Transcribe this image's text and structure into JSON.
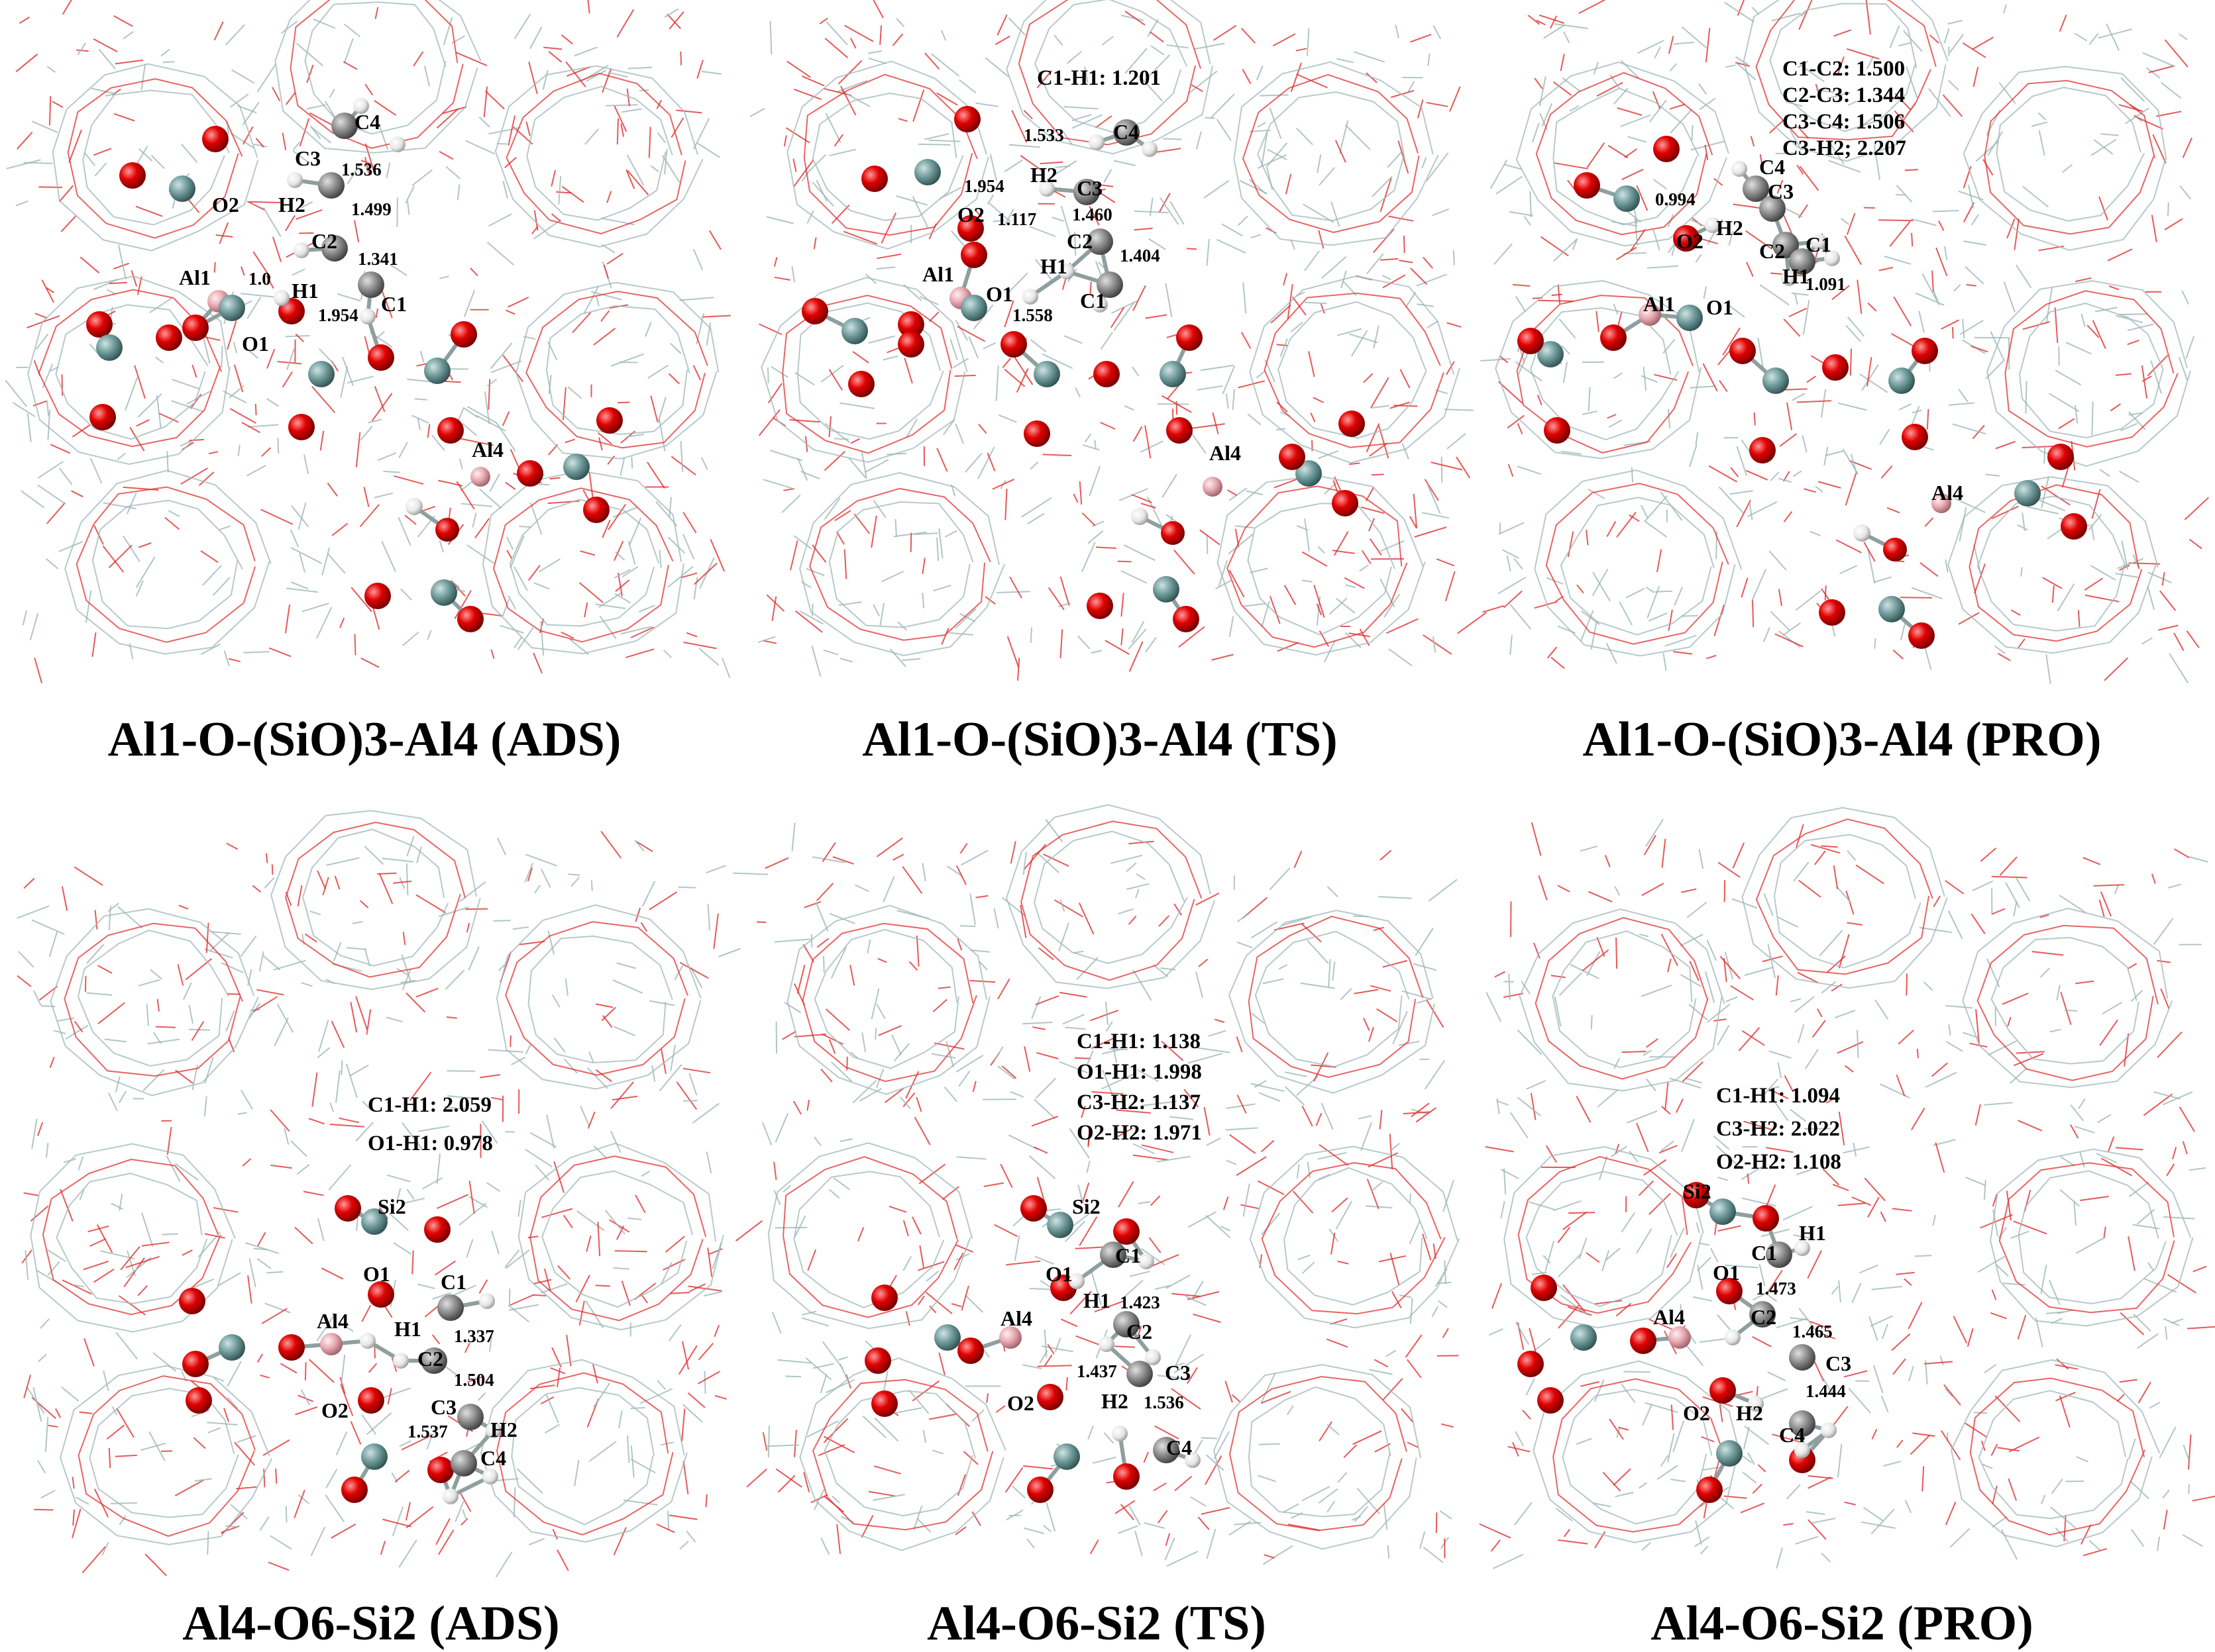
{
  "figure": {
    "panels": [
      {
        "id": "p1",
        "title": "Al1-O-(SiO)3-Al4  (ADS)",
        "distance_lines": [],
        "atom_labels": [
          "C4",
          "C3",
          "1.536",
          "H2",
          "1.499",
          "C2",
          "1.341",
          "O2",
          "Al1",
          "1.0",
          "H1",
          "C1",
          "1.954",
          "O1",
          "Al4"
        ]
      },
      {
        "id": "p2",
        "title": "Al1-O-(SiO)3-Al4  (TS)",
        "distance_lines": [
          "C1-H1: 1.201"
        ],
        "atom_labels": [
          "1.533",
          "C4",
          "1.954",
          "H2",
          "C3",
          "O2",
          "1.117",
          "1.460",
          "C2",
          "1.404",
          "H1",
          "Al1",
          "O1",
          "1.558",
          "C1",
          "Al4"
        ]
      },
      {
        "id": "p3",
        "title": "Al1-O-(SiO)3-Al4  (PRO)",
        "distance_lines": [
          "C1-C2: 1.500",
          "C2-C3: 1.344",
          "C3-C4: 1.506",
          "C3-H2; 2.207"
        ],
        "atom_labels": [
          "C4",
          "C3",
          "0.994",
          "H2",
          "O2",
          "C2",
          "C1",
          "H1",
          "1.091",
          "Al1",
          "O1",
          "Al4"
        ]
      },
      {
        "id": "p4",
        "title": "Al4-O6-Si2 (ADS)",
        "distance_lines": [
          "C1-H1: 2.059",
          "O1-H1: 0.978"
        ],
        "atom_labels": [
          "Si2",
          "O1",
          "C1",
          "Al4",
          "H1",
          "1.337",
          "C2",
          "1.504",
          "O2",
          "C3",
          "1.537",
          "H2",
          "C4"
        ]
      },
      {
        "id": "p5",
        "title": "Al4-O6-Si2 (TS)",
        "distance_lines": [
          "C1-H1: 1.138",
          "O1-H1: 1.998",
          "C3-H2: 1.137",
          "O2-H2: 1.971"
        ],
        "atom_labels": [
          "Si2",
          "C1",
          "O1",
          "H1",
          "1.423",
          "Al4",
          "C2",
          "1.437",
          "C3",
          "H2",
          "1.536",
          "O2",
          "C4"
        ]
      },
      {
        "id": "p6",
        "title": "Al4-O6-Si2 (PRO)",
        "distance_lines": [
          "C1-H1: 1.094",
          "C3-H2: 2.022",
          "O2-H2: 1.108"
        ],
        "atom_labels": [
          "Si2",
          "H1",
          "C1",
          "O1",
          "1.473",
          "C2",
          "1.465",
          "Al4",
          "C3",
          "1.444",
          "O2",
          "H2",
          "C4"
        ]
      }
    ],
    "colors": {
      "oxygen": "#e00000",
      "silicon": "#6f9a9a",
      "aluminum": "#e8a8b0",
      "carbon": "#8c8c8c",
      "hydrogen": "#e6e6e6",
      "framework_si": "#9fb7b7",
      "framework_o": "#e03030"
    }
  }
}
